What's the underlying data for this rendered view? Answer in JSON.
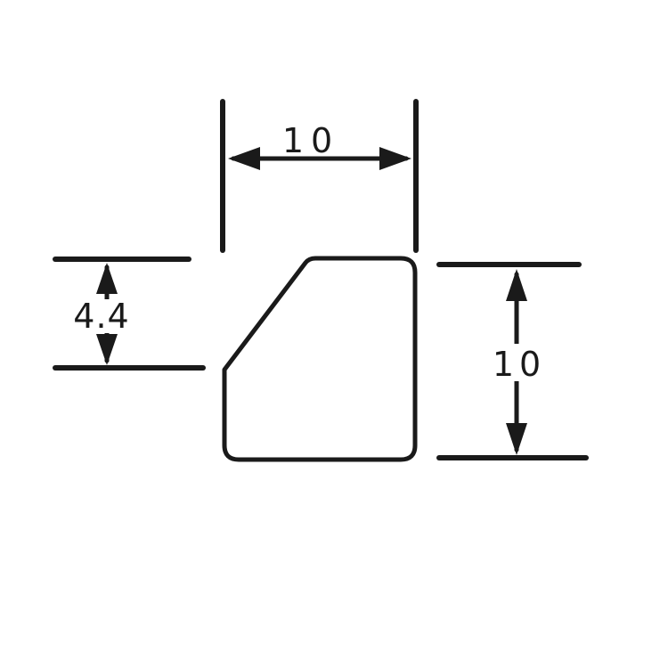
{
  "diagram": {
    "type": "technical-drawing",
    "description": "Dimensioned engineering drawing of a square plate with a chamfered top-left corner",
    "labels": {
      "top_width": "10",
      "chamfer_height": "4.4",
      "right_height": "10"
    },
    "colors": {
      "line": "#1a1a1a",
      "background": "#ffffff"
    }
  }
}
